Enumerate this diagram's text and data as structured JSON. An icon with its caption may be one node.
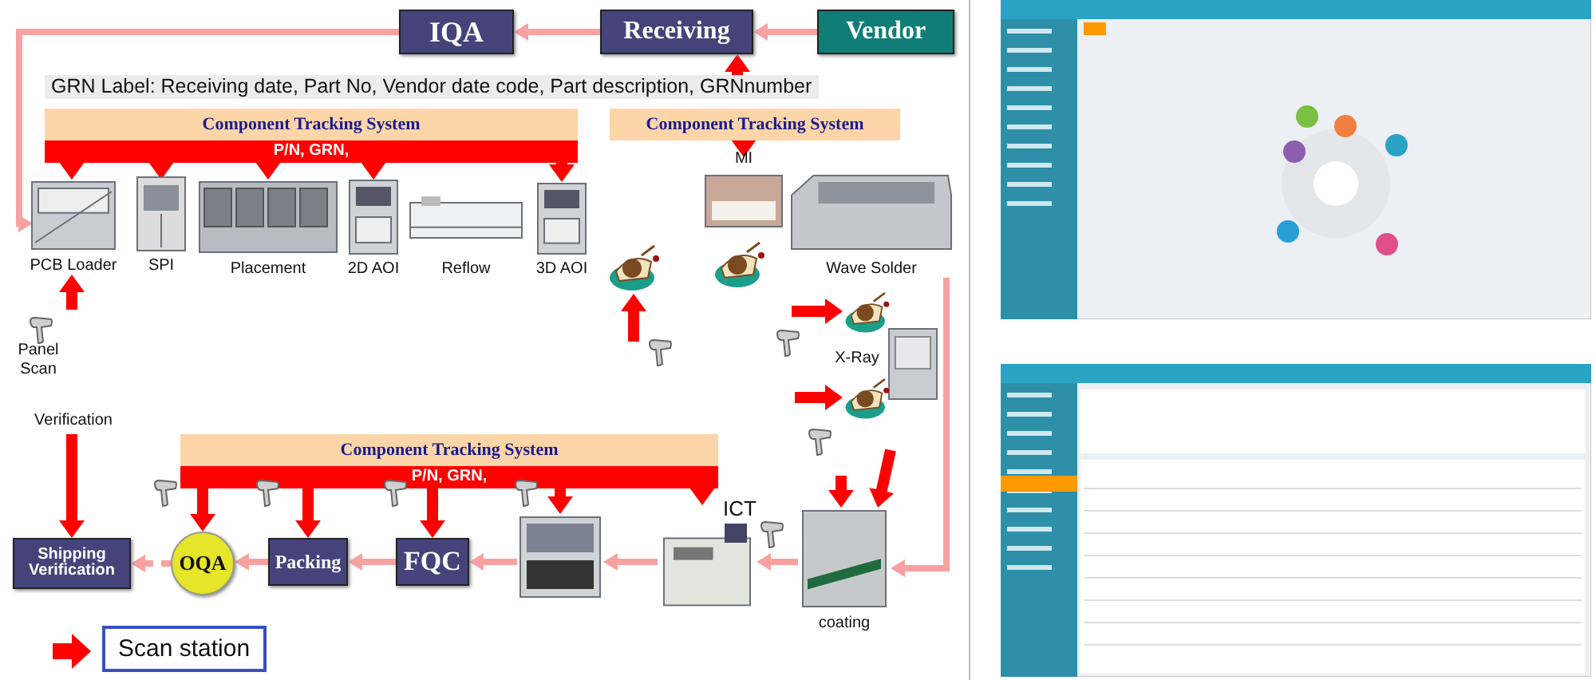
{
  "diagram": {
    "nodes": [
      {
        "text": [
          "Vendor"
        ]
      },
      {
        "text": [
          "Receiving"
        ]
      },
      {
        "text": [
          "IQA"
        ]
      },
      {
        "text": [
          "Component Tracking System",
          "P/N, GRN,"
        ]
      },
      {
        "text": [
          "Component Tracking System"
        ]
      },
      {
        "text": [
          "PCB Loader"
        ]
      },
      {
        "text": [
          "SPI"
        ]
      },
      {
        "text": [
          "Placement"
        ]
      },
      {
        "text": [
          "2D AOI"
        ]
      },
      {
        "text": [
          "Reflow"
        ]
      },
      {
        "text": [
          "3D AOI"
        ]
      },
      {
        "text": [
          "MI"
        ]
      },
      {
        "text": [
          "Wave Solder"
        ]
      },
      {
        "text": [],
        "shape": "person"
      },
      {
        "text": [],
        "shape": "person"
      },
      {
        "text": [],
        "shape": "person"
      },
      {
        "text": [],
        "shape": "person"
      },
      {
        "text": [
          "Component Tracking System",
          "P/N, GRN,"
        ]
      },
      {
        "text": [
          "coating"
        ]
      },
      {
        "text": [
          "ICT"
        ]
      },
      {
        "text": [],
        "shape": "picture"
      },
      {
        "text": [
          "FQC"
        ]
      },
      {
        "text": [
          "Packing"
        ]
      },
      {
        "text": [
          "OQA"
        ]
      },
      {
        "text": [
          "Shipping Verification"
        ]
      },
      {
        "text": [
          "Verification"
        ]
      },
      {
        "text": [
          "GRN Label: Receiving date, Part No, Vendor date code, Part description, GRNnumber"
        ]
      }
    ],
    "edges": [
      {
        "from": 0,
        "to": 1,
        "arrow": "to",
        "color": "#f7a1a1"
      },
      {
        "from": 1,
        "to": 2,
        "arrow": "to",
        "color": "#f7a1a1"
      },
      {
        "from": 2,
        "to": 5,
        "arrow": "to",
        "color": "#f7a1a1"
      },
      {
        "from": 3,
        "to": 5,
        "arrow": "to"
      },
      {
        "from": 3,
        "to": 6,
        "arrow": "to"
      },
      {
        "from": 3,
        "to": 7,
        "arrow": "to"
      },
      {
        "from": 3,
        "to": 8,
        "arrow": "to"
      },
      {
        "from": 3,
        "to": 10,
        "arrow": "to"
      },
      {
        "from": 4,
        "to": 11,
        "arrow": "to"
      },
      {
        "from": 12,
        "to": 18,
        "arrow": "to",
        "color": "#f7a1a1"
      },
      {
        "from": 18,
        "to": 19,
        "arrow": "to",
        "color": "#f7a1a1"
      },
      {
        "from": 19,
        "to": 20,
        "arrow": "to",
        "color": "#f7a1a1"
      },
      {
        "from": 20,
        "to": 21,
        "arrow": "to",
        "color": "#f7a1a1"
      },
      {
        "from": 21,
        "to": 22,
        "arrow": "to",
        "color": "#f7a1a1"
      },
      {
        "from": 22,
        "to": 23,
        "arrow": "to",
        "color": "#f7a1a1"
      },
      {
        "from": 23,
        "to": 24,
        "arrow": "to",
        "style": "dashed",
        "color": "#f7a1a1"
      },
      {
        "from": 17,
        "to": 23,
        "arrow": "to"
      },
      {
        "from": 17,
        "to": 22,
        "arrow": "to"
      },
      {
        "from": 17,
        "to": 21,
        "arrow": "to"
      },
      {
        "from": 17,
        "to": 20,
        "arrow": "to"
      },
      {
        "from": 17,
        "to": 19,
        "arrow": "to"
      },
      {
        "from": 26,
        "to": 1,
        "arrow": "to"
      },
      {
        "from": null,
        "to": 5,
        "arrow": "to"
      },
      {
        "from": null,
        "to": 13,
        "arrow": "to"
      },
      {
        "from": null,
        "to": 15,
        "arrow": "to"
      },
      {
        "from": null,
        "to": 16,
        "arrow": "to"
      },
      {
        "from": null,
        "to": 18,
        "arrow": "to"
      },
      {
        "from": null,
        "to": 18,
        "arrow": "to"
      },
      {
        "from": 25,
        "to": 24,
        "arrow": "to"
      }
    ],
    "labels": [
      "Panel Scan",
      "X-Ray"
    ],
    "legend": [
      {
        "text": "Scan station"
      }
    ]
  }
}
